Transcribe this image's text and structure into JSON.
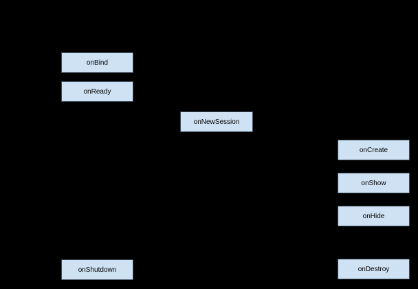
{
  "diagram": {
    "background_color": "#000000",
    "node_fill_color": "#cfe2f3",
    "node_border_color": "#3f4b59",
    "node_text_color": "#000000",
    "nodes": [
      {
        "label": "onBind"
      },
      {
        "label": "onReady"
      },
      {
        "label": "onNewSession"
      },
      {
        "label": "onCreate"
      },
      {
        "label": "onShow"
      },
      {
        "label": "onHide"
      },
      {
        "label": "onShutdown"
      },
      {
        "label": "onDestroy"
      }
    ]
  }
}
